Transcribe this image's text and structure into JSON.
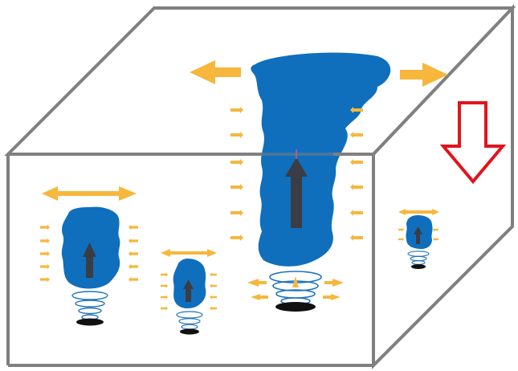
{
  "colors": {
    "box_edge": "#808080",
    "plume_fill": "#0f6fbd",
    "plume_arrow": "#3a3d44",
    "flow_arrow": "#f6b73c",
    "ring_stroke": "#1e73be",
    "source_disk": "#111111",
    "sink_arrow": "#e0151c",
    "background": "#ffffff"
  },
  "icons": {
    "large_plume": "thermal-plume-icon",
    "small_plumes": "thermal-plume-icon",
    "updraft": "up-arrow-icon",
    "outflow": "horizontal-double-arrow-icon",
    "inflow": "small-inward-arrow-icon",
    "subsidence": "down-arrow-outline-icon"
  },
  "plumes": [
    {
      "id": "main",
      "relative_size": 1.0,
      "has_top_outflow": true
    },
    {
      "id": "left",
      "relative_size": 0.45,
      "has_top_outflow": true
    },
    {
      "id": "middle",
      "relative_size": 0.32,
      "has_top_outflow": true
    },
    {
      "id": "back-right",
      "relative_size": 0.22,
      "has_top_outflow": true
    }
  ]
}
